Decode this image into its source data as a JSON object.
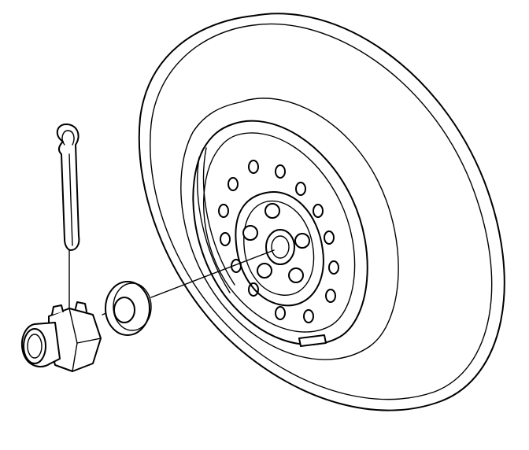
{
  "diagram": {
    "parts": [
      {
        "id": "tire-and-wheel",
        "icon": "wheel-icon"
      },
      {
        "id": "cotter-pin",
        "icon": "cotter-pin-icon"
      },
      {
        "id": "hub-nut",
        "icon": "castle-nut-icon"
      },
      {
        "id": "washer",
        "icon": "washer-icon"
      }
    ],
    "colors": {
      "ink": "#000000",
      "paper": "#ffffff"
    }
  }
}
